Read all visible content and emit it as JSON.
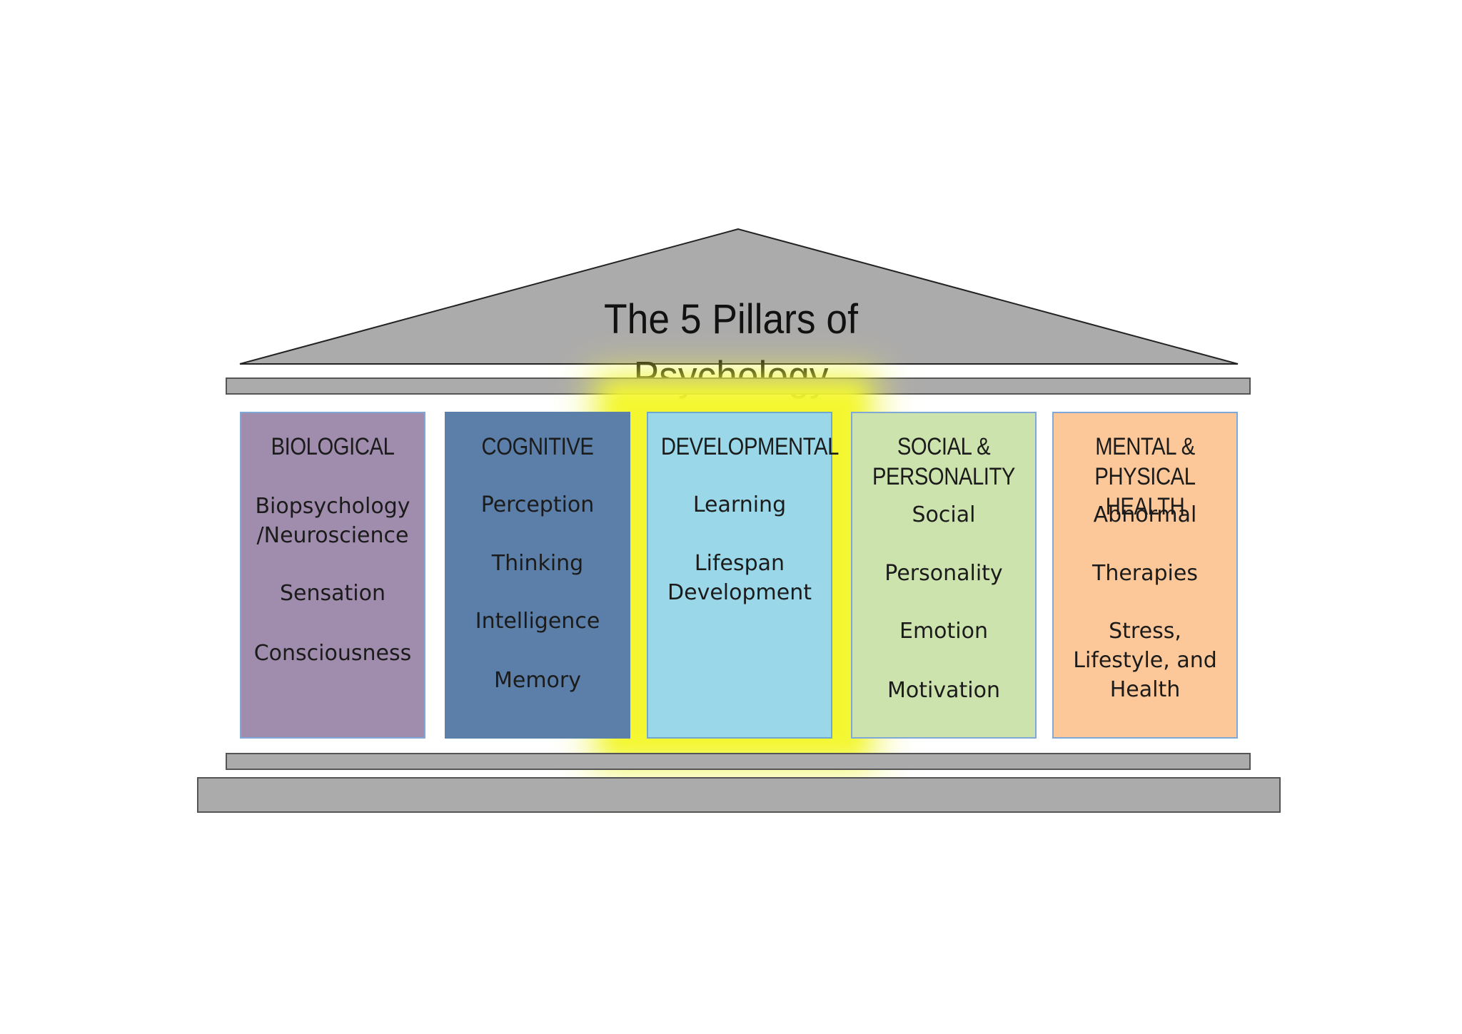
{
  "title": "The 5 Pillars of Psychology",
  "colors": {
    "roof": "#acabac",
    "highlight": "#f4f730",
    "biological": "#a08dad",
    "cognitive": "#5b7fa8",
    "developmental": "#9ad8e9",
    "social": "#cde3ad",
    "mental": "#fcc899"
  },
  "pillars": [
    {
      "heading": "BIOLOGICAL",
      "items": [
        "Biopsychology\n/Neuroscience",
        "Sensation",
        "Consciousness"
      ]
    },
    {
      "heading": "COGNITIVE",
      "items": [
        "Perception",
        "Thinking",
        "Intelligence",
        "Memory"
      ]
    },
    {
      "heading": "DEVELOPMENTAL",
      "items": [
        "Learning",
        "Lifespan\nDevelopment"
      ]
    },
    {
      "heading": "SOCIAL &\nPERSONALITY",
      "items": [
        "Social",
        "Personality",
        "Emotion",
        "Motivation"
      ]
    },
    {
      "heading": "MENTAL &\nPHYSICAL HEALTH",
      "items": [
        "Abnormal",
        "Therapies",
        "Stress,\nLifestyle, and\nHealth"
      ]
    }
  ]
}
